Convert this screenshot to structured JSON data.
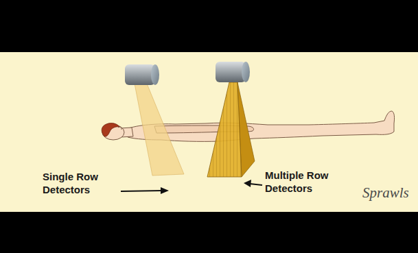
{
  "diagram": {
    "labels": [
      "Single Row Detectors",
      "Multiple Row Detectors",
      "Sprawls"
    ]
  }
}
